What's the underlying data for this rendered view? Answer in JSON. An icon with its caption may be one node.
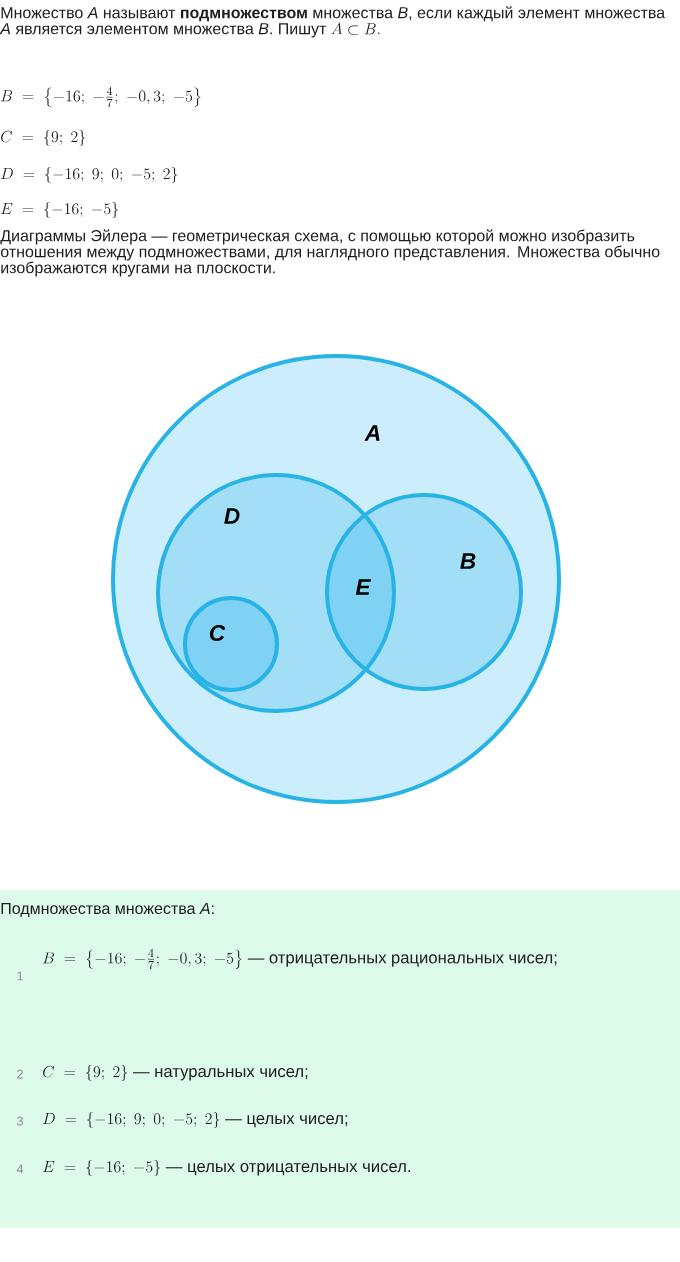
{
  "diagram": {
    "nodes": [
      {
        "text": [
          "A"
        ]
      },
      {
        "text": [
          "D"
        ],
        "in": 0
      },
      {
        "text": [
          "C"
        ],
        "in": 1
      },
      {
        "text": [
          "B"
        ],
        "in": 0
      }
    ],
    "labels": [
      "Множество *A* называют **подмножеством** множества *B*, если каждый элемент множества *A* является элементом множества *B*. Пишут",
      "A \\subset B.",
      "B\\ =\\ \\left\\{-16;\\ -\\frac{4}{7};\\ -0,3;\\ -5\\right\\}",
      "C\\ =\\ \\{9;\\ 2\\}",
      "D\\ =\\ \\{-16;\\ 9;\\ 0;\\ -5;\\ 2\\}",
      "E\\ =\\ \\{-16;\\ -5\\}",
      "Диаграммы Эйлера — геометрическая схема, с помощью которой можно изобразить отношения между подмножествами, для наглядного представления. Множества обычно изображаются кругами на плоскости.",
      "E",
      "Подмножества множества *A*:",
      "1",
      "B\\ =\\ \\left\\{-16;\\ -\\frac{4}{7};\\ -0,3;\\ -5\\right\\}",
      "— отрицательных рациональных чисел;",
      "2",
      "C\\ =\\ \\{9;\\ 2\\}",
      "— натуральных чисел;",
      "3",
      "D\\ =\\ \\{-16;\\ 9;\\ 0;\\ -5;\\ 2\\}",
      "— целых чисел;",
      "4",
      "E\\ =\\ \\{-16;\\ -5\\}",
      "— целых отрицательных чисел."
    ]
  }
}
